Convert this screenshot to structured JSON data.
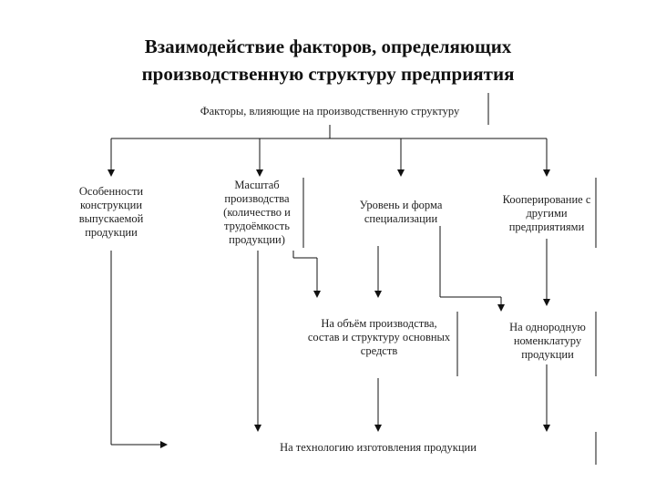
{
  "title": {
    "line1": "Взаимодействие факторов, определяющих",
    "line2": "производственную структуру предприятия"
  },
  "top_box": "Факторы, влияющие на производственную структуру",
  "factors": [
    {
      "lines": [
        "Особенности",
        "конструкции",
        "выпускаемой",
        "продукции"
      ]
    },
    {
      "lines": [
        "Масштаб",
        "производства",
        "(количество и",
        "трудоёмкость",
        "продукции)"
      ]
    },
    {
      "lines": [
        "Уровень и форма",
        "специализации"
      ]
    },
    {
      "lines": [
        "Кооперирование с",
        "другими",
        "предприятиями"
      ]
    }
  ],
  "effects": [
    {
      "lines": [
        "На объём производства,",
        "состав и структуру основных",
        "средств"
      ]
    },
    {
      "lines": [
        "На однородную",
        "номенклатуру",
        "продукции"
      ]
    }
  ],
  "bottom": "На технологию изготовления продукции"
}
